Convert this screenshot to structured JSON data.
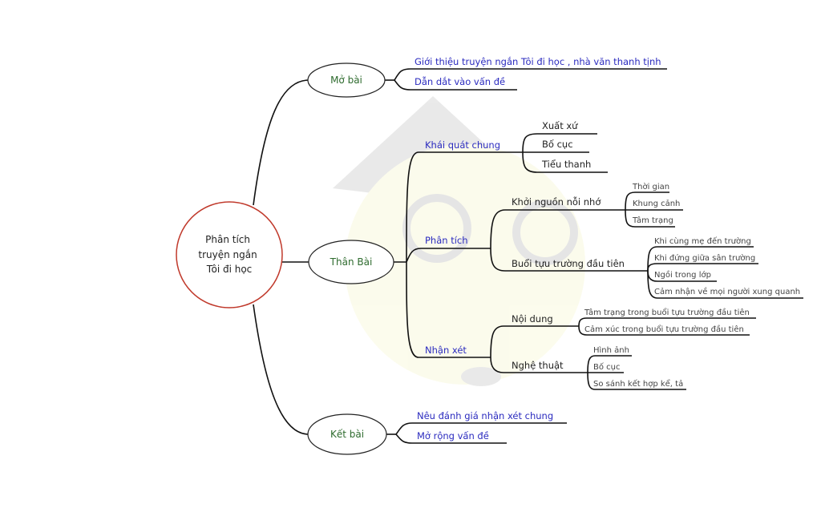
{
  "mindmap": {
    "center": {
      "label_lines": [
        "Phân tích",
        "truyện ngắn",
        "Tôi đi học"
      ]
    },
    "branches": {
      "mo_bai": {
        "label": "Mở bài",
        "items": [
          "Giới thiệu truyện ngắn Tôi đi học , nhà văn thanh tịnh",
          "Dẫn dắt vào vấn đề"
        ]
      },
      "than_bai": {
        "label": "Thân Bài",
        "khai_quat": {
          "label": "Khái quát chung",
          "items": [
            "Xuất xứ",
            "Bố cục",
            "Tiểu thanh"
          ]
        },
        "phan_tich": {
          "label": "Phân tích",
          "khoi_nguon": {
            "label": "Khởi nguồn nỗi nhớ",
            "items": [
              "Thời gian",
              "Khung cảnh",
              "Tâm trạng"
            ]
          },
          "buoi_tuu": {
            "label": "Buổi tựu trường đầu tiên",
            "items": [
              "Khi cùng mẹ đến trường",
              "Khi đứng giữa sân trường",
              "Ngồi trong lớp",
              "Cảm nhận về mọi người xung quanh"
            ]
          }
        },
        "nhan_xet": {
          "label": "Nhận xét",
          "noi_dung": {
            "label": "Nội dung",
            "items": [
              "Tâm trạng trong buổi tựu trường đầu tiên",
              "Cảm xúc trong buổi tựu trường đầu tiên"
            ]
          },
          "nghe_thuat": {
            "label": "Nghệ thuật",
            "items": [
              "Hình ảnh",
              "Bố cục",
              "So sánh kết hợp kể, tả"
            ]
          }
        }
      },
      "ket_bai": {
        "label": "Kết bài",
        "items": [
          "Nêu đánh giá nhận xét chung",
          "Mở rộng vấn đề"
        ]
      }
    }
  },
  "colors": {
    "center_border": "#c0392b",
    "branch_text": "#2e6b2e",
    "sub_text": "#2b2bbf",
    "line": "#111111"
  }
}
